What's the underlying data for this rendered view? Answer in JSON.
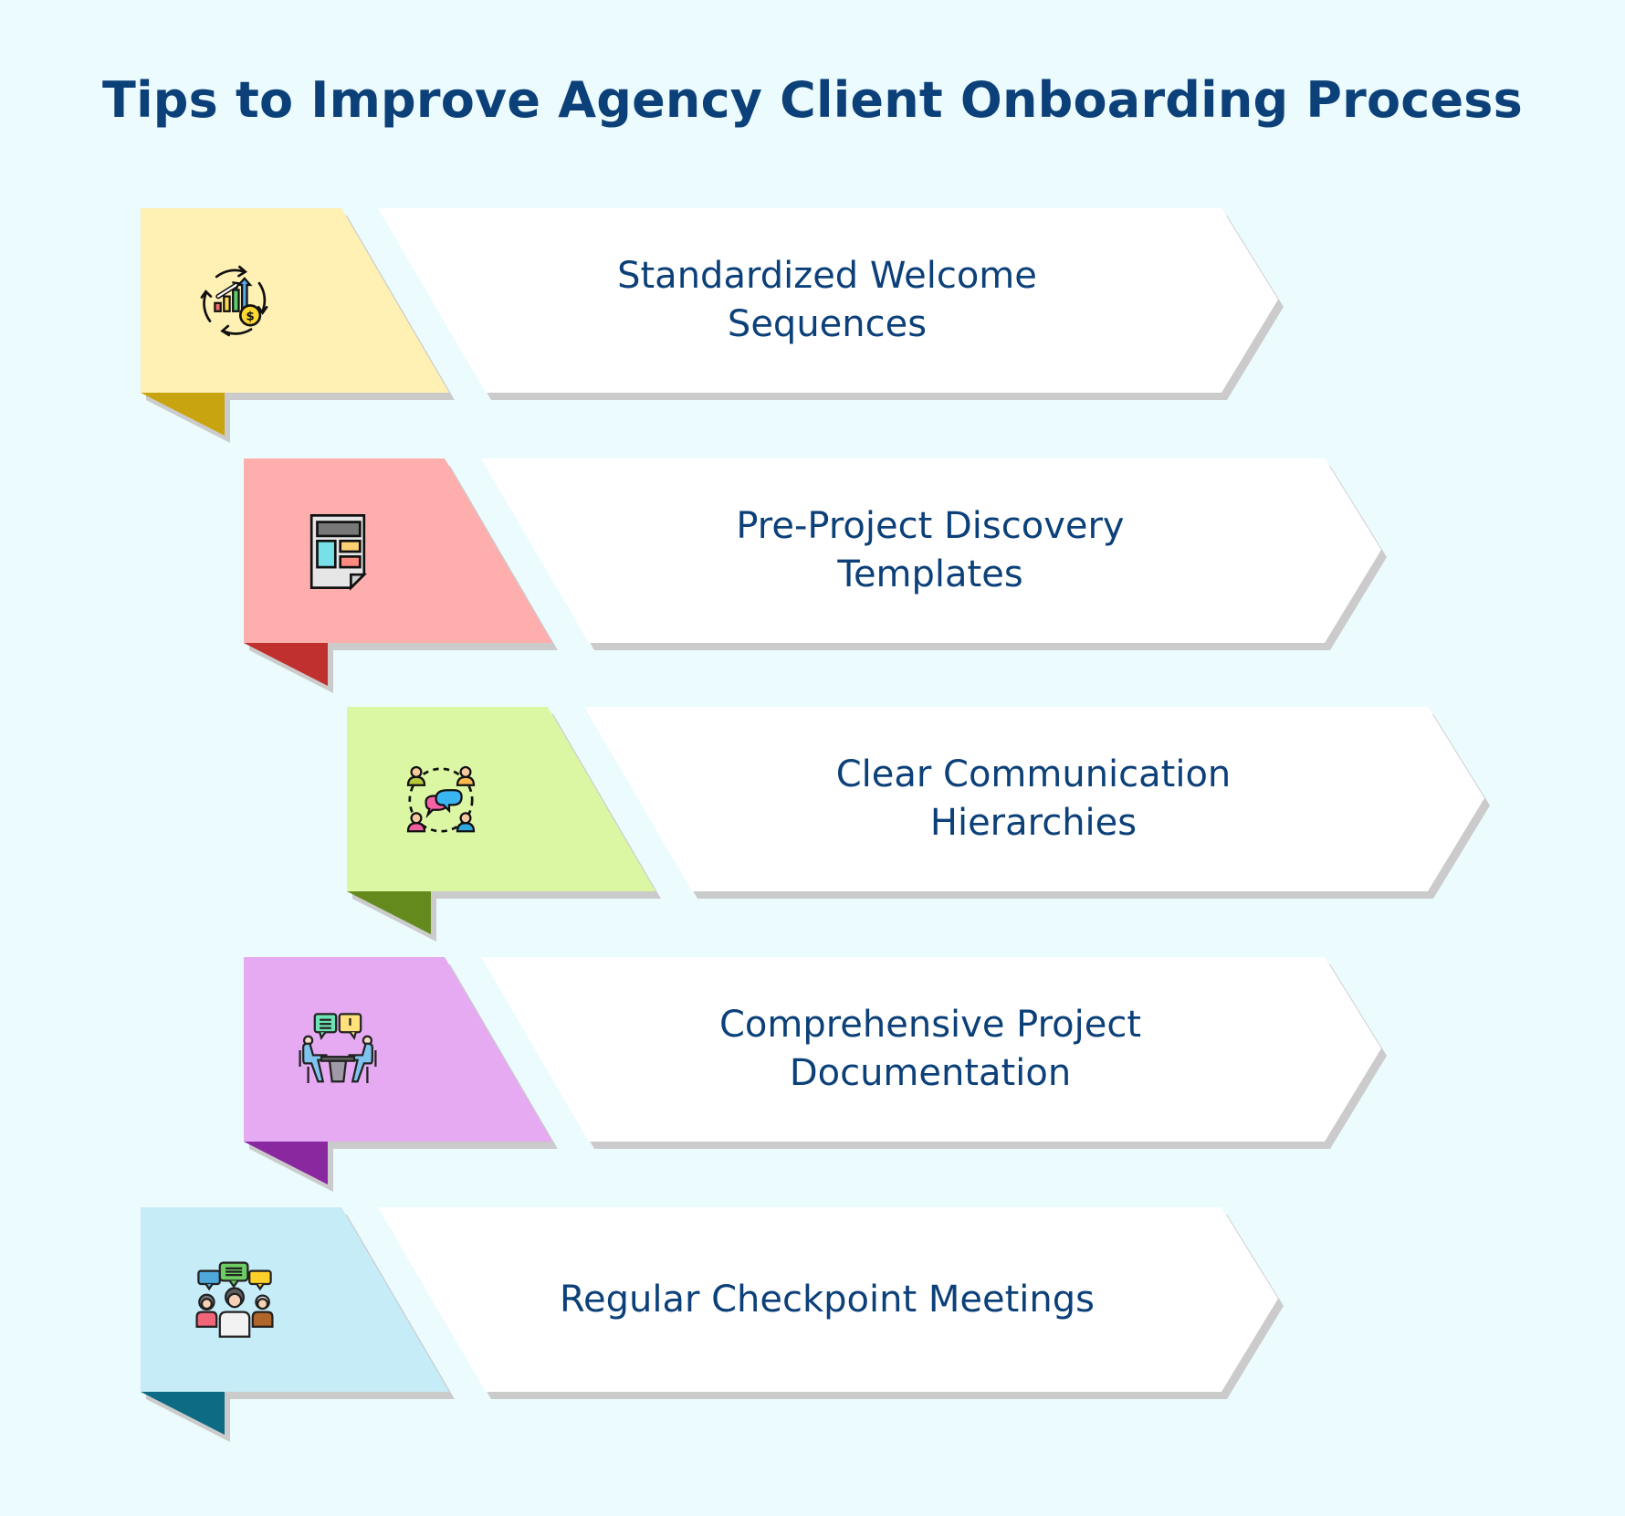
{
  "title": "Tips to Improve Agency Client Onboarding Process",
  "colors": {
    "background": "#EBFBFE",
    "text": "#0C4079",
    "shadow": "#CBCBCB",
    "card": "#FFFFFF"
  },
  "tips": [
    {
      "lines": [
        "Standardized Welcome",
        "Sequences"
      ],
      "icon": "growth-chart-cycle-icon",
      "fill": "#FFF0B3",
      "fold": "#C8A411"
    },
    {
      "lines": [
        "Pre-Project Discovery Templates"
      ],
      "icon": "document-template-icon",
      "fill": "#FFAEAE",
      "fold": "#C0302E"
    },
    {
      "lines": [
        "Clear Communication Hierarchies"
      ],
      "icon": "team-communication-icon",
      "fill": "#DCF7A4",
      "fold": "#648A1E"
    },
    {
      "lines": [
        "Comprehensive Project",
        "Documentation"
      ],
      "icon": "meeting-table-icon",
      "fill": "#E6AAF2",
      "fold": "#8A28A0"
    },
    {
      "lines": [
        "Regular Checkpoint Meetings"
      ],
      "icon": "group-discussion-icon",
      "fill": "#C6ECF8",
      "fold": "#0E6B84"
    }
  ]
}
